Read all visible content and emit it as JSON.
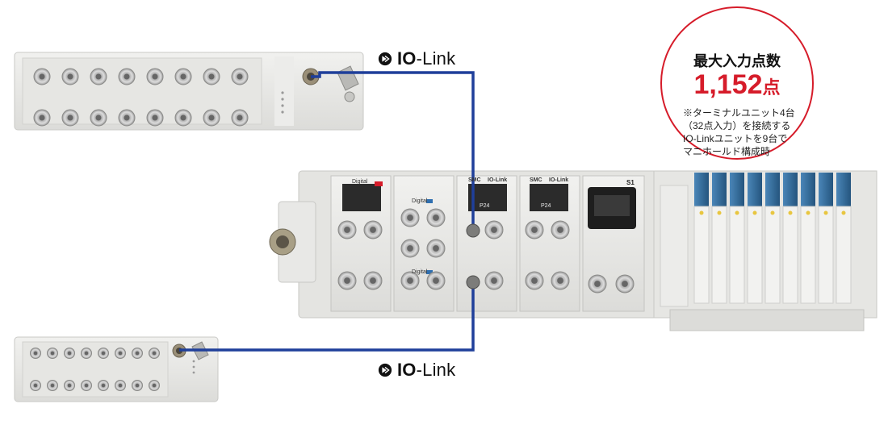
{
  "iolink_top": {
    "logo_label": "IO",
    "text": "-Link"
  },
  "iolink_bottom": {
    "logo_label": "IO",
    "text": "-Link"
  },
  "badge": {
    "title": "最大入力点数",
    "number": "1,152",
    "unit": "点",
    "note_lines": [
      "※ターミナルユニット4台",
      "（32点入力）を接続する",
      "IO-Linkユニットを9台で",
      "マニホールド構成時"
    ]
  },
  "module_labels": {
    "digital_1": "Digital",
    "digital_2": "Digital",
    "digital_3": "Digital",
    "brand_1": "SMC",
    "brand_2": "SMC",
    "iolink_1": "IO-Link",
    "iolink_2": "IO-Link",
    "p24_1": "P24",
    "p24_2": "P24",
    "s1": "S1"
  },
  "colors": {
    "cable": "#1f3f9a",
    "badge_border": "#d61c2a",
    "badge_number": "#d61c2a",
    "housing": "#e9e9e7",
    "valve_blue": "#2f6fa0"
  }
}
